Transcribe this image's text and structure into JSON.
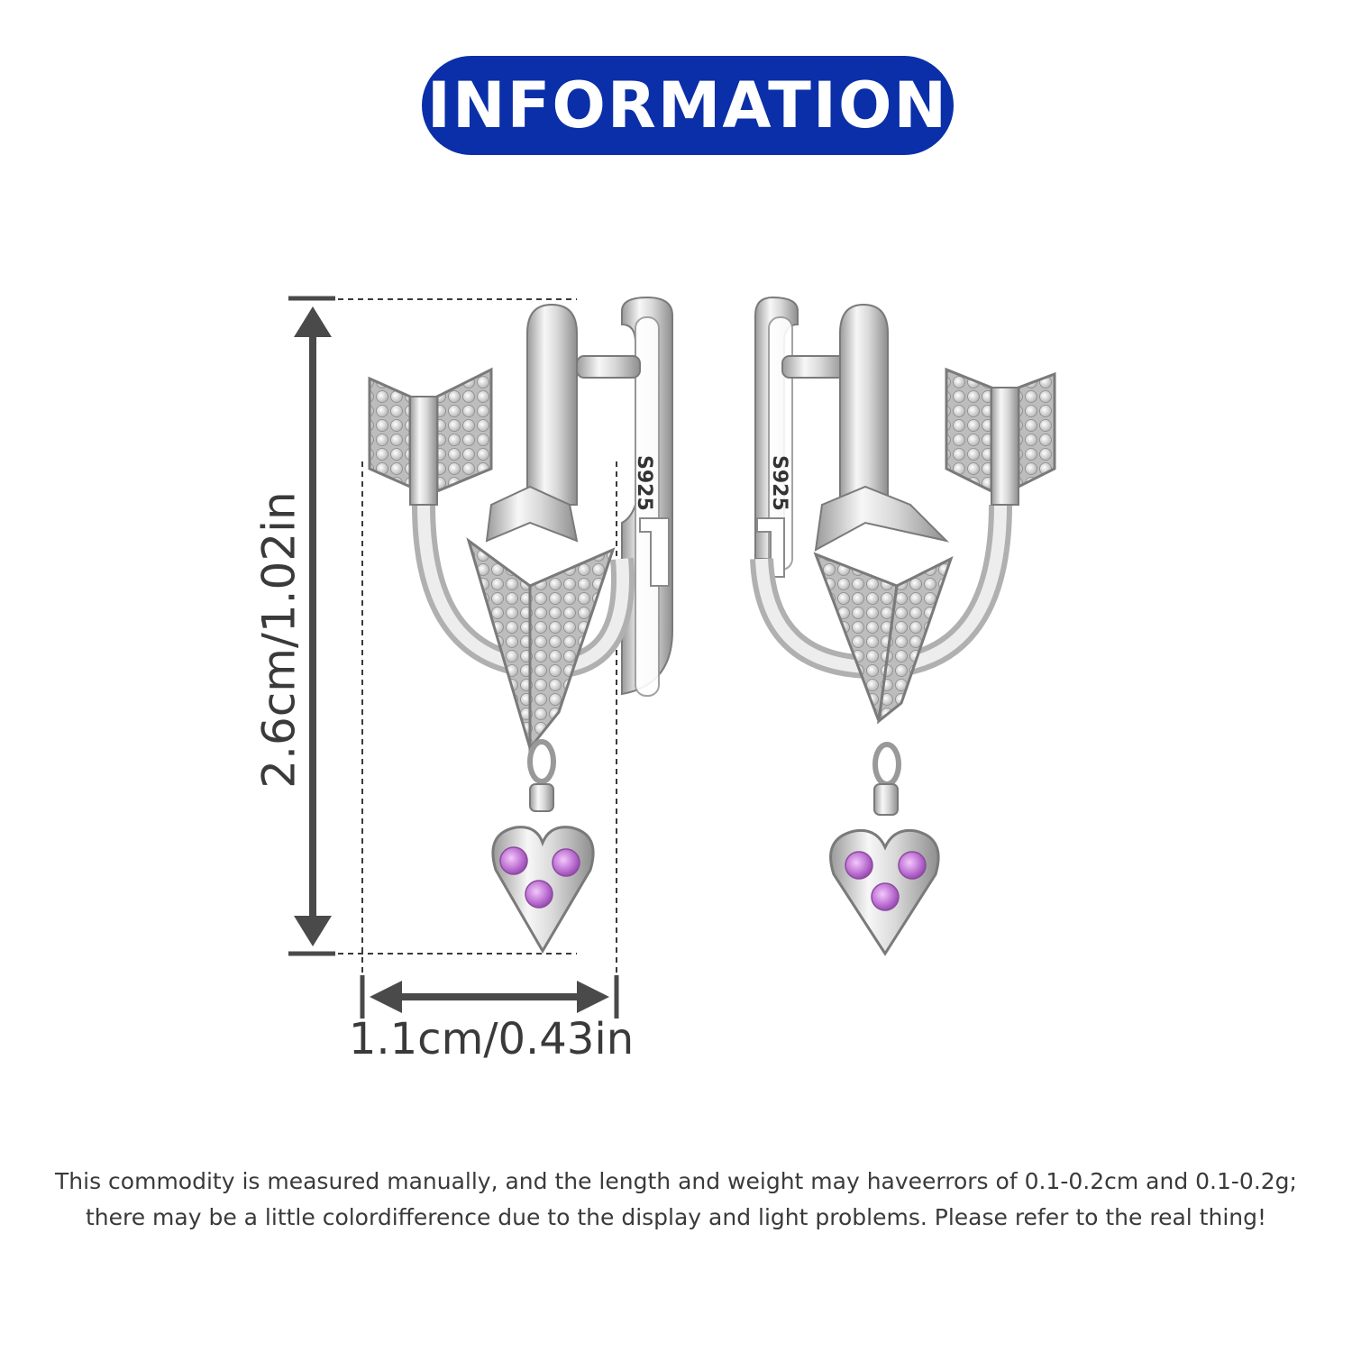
{
  "header": {
    "title": "INFORMATION"
  },
  "dimensions": {
    "height_label": "2.6cm/1.02in",
    "width_label": "1.1cm/0.43in"
  },
  "product": {
    "stamp_left": "S925",
    "stamp_right": "S925"
  },
  "notice": {
    "line1": "This commodity is measured manually, and the length and weight may haveerrors of 0.1-0.2cm and 0.1-0.2g;",
    "line2": "there may be a little colordifference due to the display and light problems. Please refer to the real thing!"
  },
  "colors": {
    "brand": "#0a2fa8",
    "dimension": "#4a4a4a",
    "silver": "#d8d8d8",
    "gem": "#c87ed6"
  }
}
